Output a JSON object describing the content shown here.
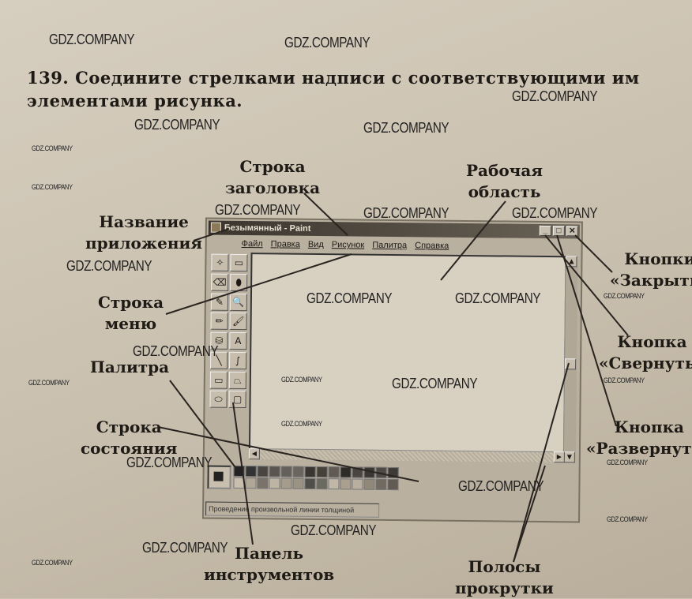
{
  "task": {
    "number": "139.",
    "text": "Соедините стрелками надписи с соответствующими им элементами рисунка."
  },
  "labels": {
    "title_bar": [
      "Строка",
      "заголовка"
    ],
    "work_area": [
      "Рабочая",
      "область"
    ],
    "app_name": [
      "Название",
      "приложения"
    ],
    "close_buttons": [
      "Кнопки",
      "«Закрыть»"
    ],
    "menu_bar": [
      "Строка",
      "меню"
    ],
    "minimize_button": [
      "Кнопка",
      "«Свернуть»"
    ],
    "palette": [
      "Палитра"
    ],
    "maximize_button": [
      "Кнопка",
      "«Развернуть»"
    ],
    "status_bar": [
      "Строка",
      "состояния"
    ],
    "toolbox": [
      "Панель",
      "инструментов"
    ],
    "scrollbars": [
      "Полосы",
      "прокрутки"
    ]
  },
  "paint": {
    "title": "Безымянный - Paint",
    "window_buttons": [
      "_",
      "□",
      "✕"
    ],
    "menu": [
      "Файл",
      "Правка",
      "Вид",
      "Рисунок",
      "Палитра",
      "Справка"
    ],
    "tools": [
      "✧",
      "▭",
      "⌫",
      "⬮",
      "✎",
      "🔍",
      "✏",
      "🖌",
      "⛁",
      "A",
      "╲",
      "∫",
      "▭",
      "⏢",
      "⬭",
      "▢"
    ],
    "status_text": "Проведение произвольной линии толщиной"
  },
  "watermark": "GDZ.COMPANY",
  "palette_colors": [
    "#222",
    "#333",
    "#4a4540",
    "#5a554e",
    "#65605a",
    "#6a655e",
    "#3a3530",
    "#45403a",
    "#605a52",
    "#2e2a26",
    "#4a453f",
    "#3a3633",
    "#4e4943",
    "#3e3a36",
    "#c8bfae",
    "#b0a797",
    "#7a736a",
    "#bdb4a3",
    "#a59c8c",
    "#9a9282",
    "#505048",
    "#6a6a60",
    "#c0b7a6",
    "#aaa090",
    "#b8af9e",
    "#908878",
    "#706a60",
    "#605a52"
  ]
}
